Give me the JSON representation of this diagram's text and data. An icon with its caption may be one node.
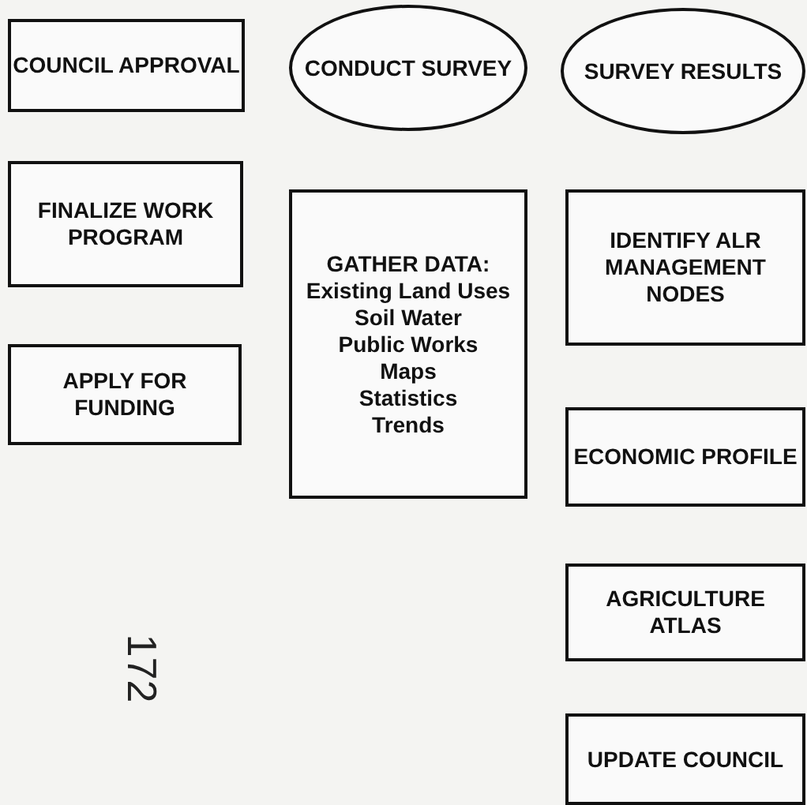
{
  "diagram": {
    "nodes": [
      {
        "text": [
          "COUNCIL APPROVAL"
        ]
      },
      {
        "text": [
          "CONDUCT SURVEY"
        ]
      },
      {
        "text": [
          "SURVEY RESULTS"
        ]
      },
      {
        "text": [
          "FINALIZE WORK PROGRAM"
        ]
      },
      {
        "text": [
          "GATHER DATA:",
          "Existing Land Uses",
          "Soil Water",
          "Public Works",
          "Maps",
          "Statistics",
          "Trends"
        ]
      },
      {
        "text": [
          "IDENTIFY ALR MANAGEMENT NODES"
        ]
      },
      {
        "text": [
          "APPLY FOR FUNDING"
        ]
      },
      {
        "text": [
          "ECONOMIC PROFILE"
        ]
      },
      {
        "text": [
          "AGRICULTURE ATLAS"
        ]
      },
      {
        "text": [
          "UPDATE COUNCIL"
        ]
      }
    ],
    "labels": [
      "172"
    ]
  }
}
